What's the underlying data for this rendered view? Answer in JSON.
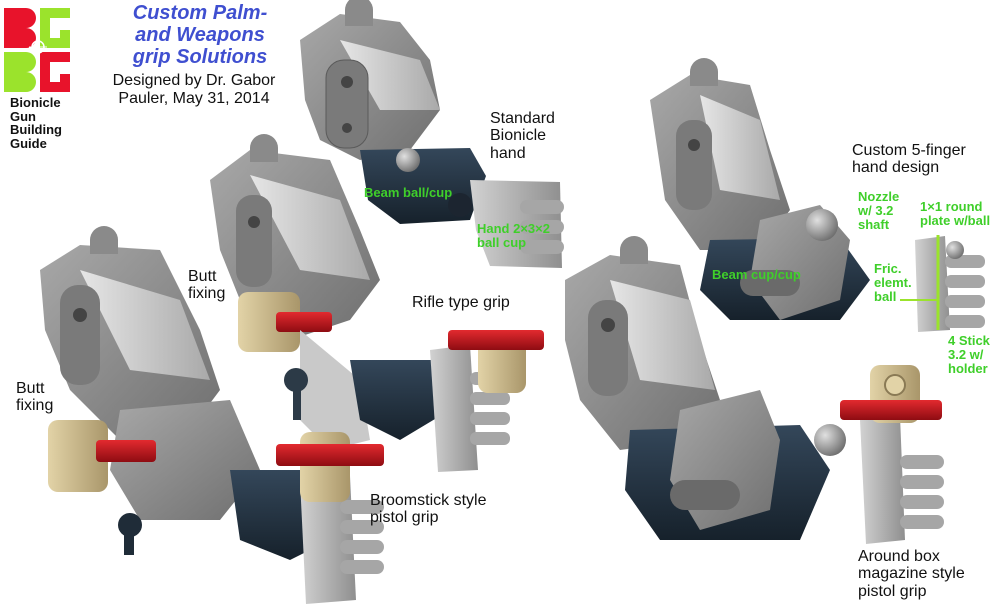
{
  "header": {
    "title_lines": [
      "Custom Palm-",
      "and Weapons",
      "grip Solutions"
    ],
    "credit_lines": [
      "Designed by Dr. Gabor",
      "Pauler, May 31, 2014"
    ]
  },
  "logo": {
    "top_letters": "BG",
    "bottom_letters": "BG",
    "text_lines": [
      "Bionicle",
      "Gun",
      "Building",
      "Guide"
    ],
    "colors": {
      "red": "#e8132b",
      "green": "#9be32c"
    }
  },
  "labels": {
    "standard_hand": [
      "Standard",
      "Bionicle",
      "hand"
    ],
    "beam_ball_cup": "Beam ball/cup",
    "hand_ball_cup": [
      "Hand 2×3×2",
      "ball cup"
    ],
    "butt_fixing_1": [
      "Butt",
      "fixing"
    ],
    "butt_fixing_2": [
      "Butt",
      "fixing"
    ],
    "rifle_grip": "Rifle type grip",
    "broomstick_grip": [
      "Broomstick style",
      "pistol grip"
    ],
    "custom_hand": [
      "Custom 5-finger",
      "hand design"
    ],
    "nozzle": [
      "Nozzle",
      "w/ 3.2",
      "shaft"
    ],
    "round_plate": [
      "1×1 round",
      "plate w/ball"
    ],
    "fric_ball": [
      "Fric.",
      "elemt.",
      "ball"
    ],
    "beam_cup_cup": "Beam cup/cup",
    "stick_holder": [
      "4 Stick",
      "3.2 w/",
      "holder"
    ],
    "around_box": [
      "Around box",
      "magazine style",
      "pistol grip"
    ]
  },
  "colors": {
    "title_blue": "#3f4fd0",
    "annotation_green": "#3fcf2a",
    "armor_gray": "#8c8c8c",
    "dark_navy": "#1f2c38",
    "tan": "#cdb98a",
    "pin_red": "#c8101a",
    "light_gray": "#b8b8b8"
  }
}
